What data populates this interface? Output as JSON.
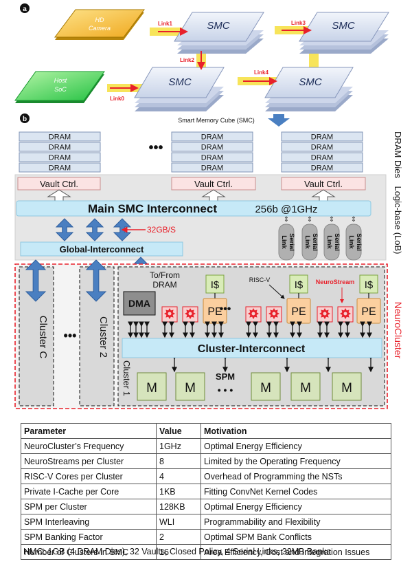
{
  "panel_a": {
    "label": "a",
    "hd_camera": [
      "HD",
      "Camera"
    ],
    "host_soc": [
      "Host",
      "SoC"
    ],
    "smc_label": "SMC",
    "links": [
      "Link1",
      "Link3",
      "Link2",
      "Link4",
      "Link0"
    ],
    "caption": "Smart Memory Cube (SMC)"
  },
  "panel_b": {
    "label": "b",
    "dram": "DRAM",
    "ellipsis": "•••",
    "vault_ctrl": "Vault Ctrl.",
    "dram_dies": "DRAM Dies",
    "main_interconnect": "Main SMC Interconnect",
    "bus_spec": "256b @1GHz",
    "bandwidth": "32GB/S",
    "global_interconnect": "Global-Interconnect",
    "serial": "Serial",
    "link": "Link",
    "logic_base": "Logic-base (LoB)",
    "neurocluster": "NeuroCluster",
    "to_from_dram": [
      "To/From",
      "DRAM"
    ],
    "cluster_c": "Cluster C",
    "cluster_2": "Cluster 2",
    "cluster_1": "Cluster 1",
    "dma": "DMA",
    "icache": "I$",
    "pe": "PE",
    "risc_v": "RISC-V",
    "neurostream": "NeuroStream",
    "cluster_interconnect": "Cluster-Interconnect",
    "spm": "SPM",
    "mem": "M",
    "dots": "• • •"
  },
  "table": {
    "headers": [
      "Parameter",
      "Value",
      "Motivation"
    ],
    "rows": [
      [
        "NeuroCluster’s Frequency",
        "1GHz",
        "Optimal Energy Efficiency"
      ],
      [
        "NeuroStreams per Cluster",
        "8",
        "Limited by the Operating Frequency"
      ],
      [
        "RISC-V Cores per Cluster",
        "4",
        "Overhead of Programming the NSTs"
      ],
      [
        "Private I-Cache per Core",
        "1KB",
        "Fitting ConvNet Kernel Codes"
      ],
      [
        "SPM per Cluster",
        "128KB",
        "Optimal Energy Efficiency"
      ],
      [
        "SPM Interleaving",
        "WLI",
        "Programmability and Flexibility"
      ],
      [
        "SPM Banking Factor",
        "2",
        "Optimal SPM Bank Conflicts"
      ],
      [
        "Number of Clusters in SMC",
        "16",
        "Area Efficiency, Cost and Integration Issues"
      ]
    ]
  },
  "footnote": "HMC: 1GB (4 DRAM Dies), 32 Vaults, Closed Policy, 4 Serial Links, 32MB Banks",
  "colors": {
    "dram_fill": "#dbe5f1",
    "vault_fill": "#fbe3e3",
    "interconnect_fill": "#c6e9f7",
    "neuro_red": "#e8202a",
    "pe_fill": "#fbcf9f",
    "icache_fill": "#d9ecb8",
    "spm_fill": "#d6e4bc",
    "blue_arrow": "#4a7fc1",
    "camera_yellow": "#f5c342",
    "soc_green": "#4cd964"
  }
}
